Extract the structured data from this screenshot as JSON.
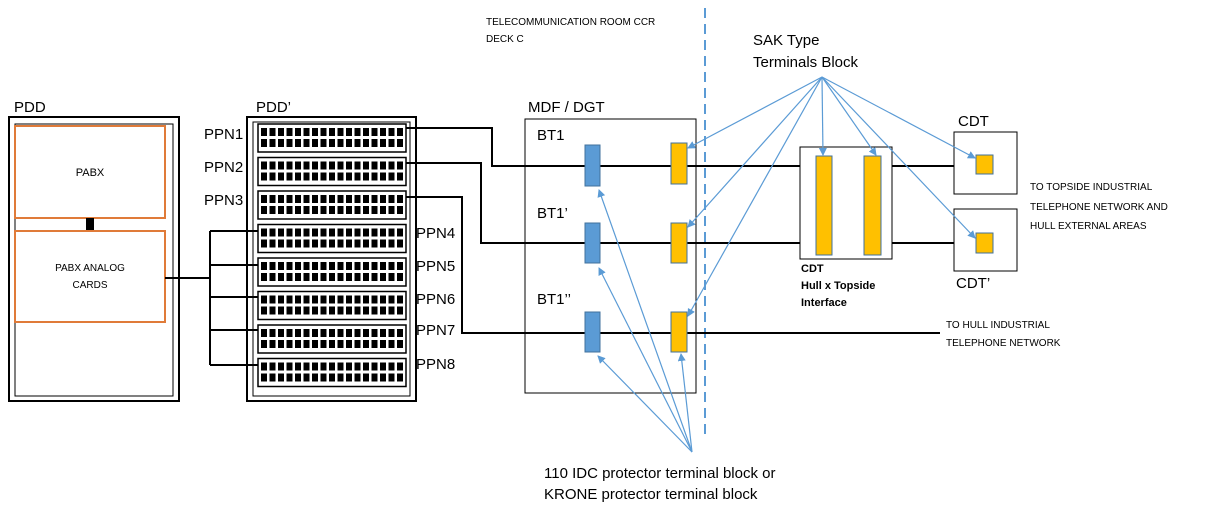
{
  "header": {
    "room_line1": "TELECOMMUNICATION  ROOM CCR",
    "room_line2": "DECK C"
  },
  "pdd": {
    "title": "PDD",
    "pabx": "PABX",
    "analog_line1": "PABX ANALOG",
    "analog_line2": "CARDS"
  },
  "pdd_prime": {
    "title": "PDD’",
    "panels": [
      "PPN1",
      "PPN2",
      "PPN3",
      "PPN4",
      "PPN5",
      "PPN6",
      "PPN7",
      "PPN8"
    ]
  },
  "mdf": {
    "title": "MDF / DGT",
    "blocks": [
      "BT1",
      "BT1’",
      "BT1’’"
    ]
  },
  "sak": {
    "line1": "SAK Type",
    "line2": "Terminals Block"
  },
  "cdt_interface": {
    "line1": "CDT",
    "line2": "Hull x Topside",
    "line3": "Interface"
  },
  "cdt_top": "CDT",
  "cdt_bottom": "CDT’",
  "topside_note": {
    "line1": "TO TOPSIDE INDUSTRIAL",
    "line2": "TELEPHONE NETWORK AND",
    "line3": "HULL EXTERNAL AREAS"
  },
  "hull_note": {
    "line1": "TO HULL INDUSTRIAL",
    "line2": "TELEPHONE NETWORK"
  },
  "protector": {
    "line1": "110 IDC protector terminal block or",
    "line2": "KRONE protector terminal block"
  },
  "colors": {
    "orange_border": "#e07b39",
    "protector_blue": "#5b9bd5",
    "sak_yellow": "#ffc000",
    "arrow_blue": "#5b9bd5"
  }
}
